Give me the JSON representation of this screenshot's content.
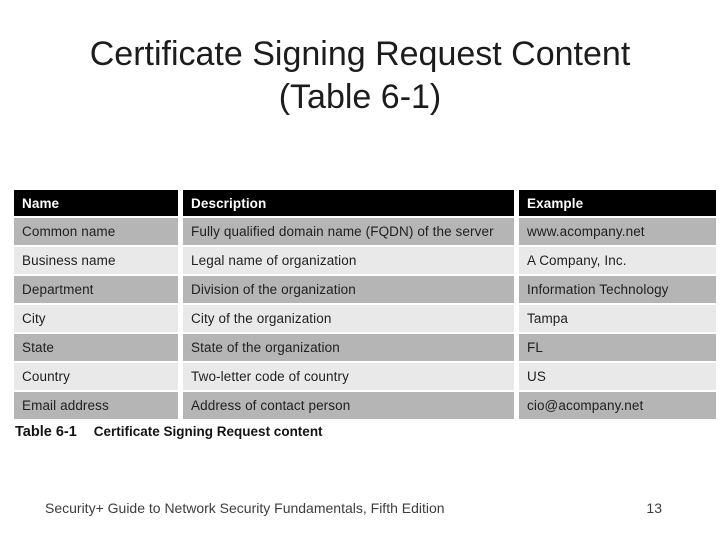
{
  "slide": {
    "title_line1": "Certificate Signing Request Content",
    "title_line2": "(Table 6-1)"
  },
  "table": {
    "columns": [
      "Name",
      "Description",
      "Example"
    ],
    "rows": [
      {
        "name": "Common name",
        "description": "Fully qualified domain name (FQDN) of the server",
        "example": "www.acompany.net"
      },
      {
        "name": "Business name",
        "description": "Legal name of organization",
        "example": "A Company, Inc."
      },
      {
        "name": "Department",
        "description": "Division of the organization",
        "example": "Information Technology"
      },
      {
        "name": "City",
        "description": "City of the organization",
        "example": "Tampa"
      },
      {
        "name": "State",
        "description": "State of the organization",
        "example": "FL"
      },
      {
        "name": "Country",
        "description": "Two-letter code of country",
        "example": "US"
      },
      {
        "name": "Email address",
        "description": "Address of contact person",
        "example": "cio@acompany.net"
      }
    ]
  },
  "caption": {
    "label": "Table 6-1",
    "text": "Certificate Signing Request content"
  },
  "footer": {
    "text": "Security+ Guide to Network Security Fundamentals, Fifth Edition",
    "page_number": "13"
  },
  "colors": {
    "background": "#ffffff",
    "header_bg": "#000000",
    "header_text": "#ffffff",
    "row_dark": "#b5b5b5",
    "row_light": "#e9e9e9",
    "body_text": "#1f1f1f"
  }
}
